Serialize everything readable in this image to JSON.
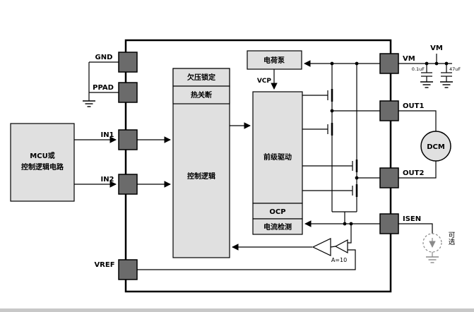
{
  "pins": {
    "gnd": "GND",
    "ppad": "PPAD",
    "in1": "IN1",
    "in2": "IN2",
    "vref": "VREF",
    "vm": "VM",
    "out1": "OUT1",
    "out2": "OUT2",
    "isen": "ISEN"
  },
  "blocks": {
    "uvlo": "欠压锁定",
    "thermal_shutdown": "热关断",
    "control_logic": "控制逻辑",
    "charge_pump": "电荷泵",
    "vcp": "VCP",
    "predriver": "前级驱动",
    "ocp": "OCP",
    "current_sense": "电流检测",
    "gain": "A=10"
  },
  "external": {
    "mcu_line1": "MCU或",
    "mcu_line2": "控制逻辑电路",
    "supply_label": "VM",
    "cap_small": "0.1uF",
    "cap_large": "47uF",
    "motor": "DCM",
    "optional": "可选"
  },
  "colors": {
    "block_fill": "#e0e0e0",
    "pin_fill": "#6b6b6b",
    "wire": "#000000",
    "optional_gray": "#8a8a8a"
  }
}
